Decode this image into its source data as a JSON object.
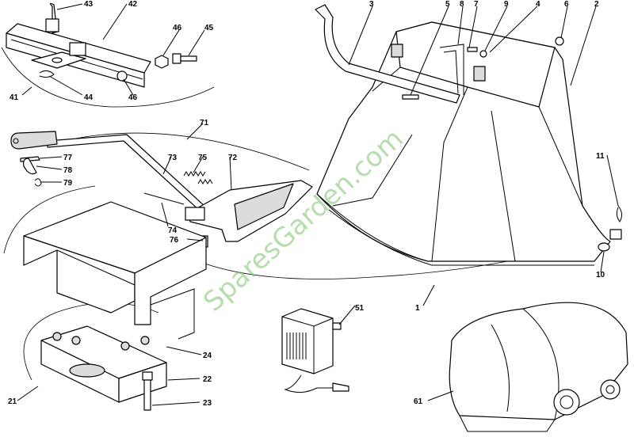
{
  "watermark": "SparesGarden.com",
  "labels": [
    {
      "id": "43",
      "text": "43"
    },
    {
      "id": "42",
      "text": "42"
    },
    {
      "id": "46a",
      "text": "46"
    },
    {
      "id": "45",
      "text": "45"
    },
    {
      "id": "41",
      "text": "41"
    },
    {
      "id": "44",
      "text": "44"
    },
    {
      "id": "46b",
      "text": "46"
    },
    {
      "id": "3",
      "text": "3"
    },
    {
      "id": "5",
      "text": "5"
    },
    {
      "id": "8",
      "text": "8"
    },
    {
      "id": "7",
      "text": "7"
    },
    {
      "id": "9",
      "text": "9"
    },
    {
      "id": "4",
      "text": "4"
    },
    {
      "id": "6",
      "text": "6"
    },
    {
      "id": "2",
      "text": "2"
    },
    {
      "id": "71",
      "text": "71"
    },
    {
      "id": "73",
      "text": "73"
    },
    {
      "id": "75",
      "text": "75"
    },
    {
      "id": "72",
      "text": "72"
    },
    {
      "id": "77",
      "text": "77"
    },
    {
      "id": "78",
      "text": "78"
    },
    {
      "id": "79",
      "text": "79"
    },
    {
      "id": "74",
      "text": "74"
    },
    {
      "id": "76",
      "text": "76"
    },
    {
      "id": "11",
      "text": "11"
    },
    {
      "id": "10",
      "text": "10"
    },
    {
      "id": "1",
      "text": "1"
    },
    {
      "id": "51",
      "text": "51"
    },
    {
      "id": "24",
      "text": "24"
    },
    {
      "id": "22",
      "text": "22"
    },
    {
      "id": "21",
      "text": "21"
    },
    {
      "id": "23",
      "text": "23"
    },
    {
      "id": "61",
      "text": "61"
    }
  ]
}
